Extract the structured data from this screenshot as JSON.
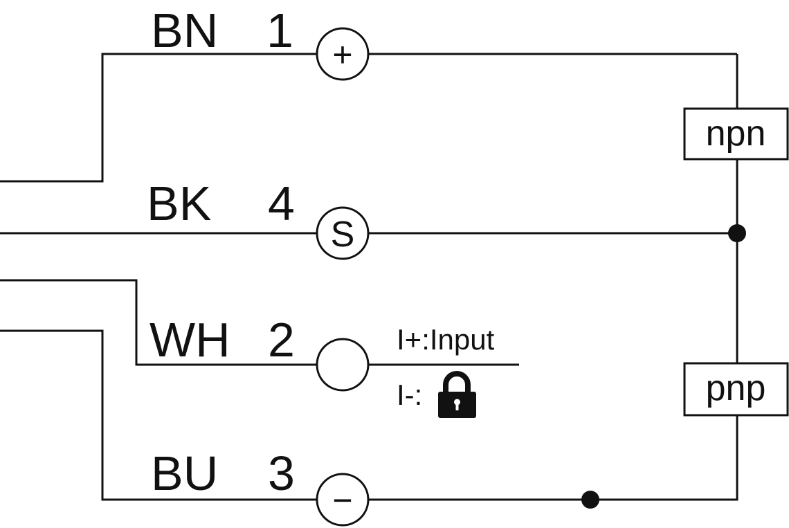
{
  "pins": [
    {
      "color": "BN",
      "number": "1",
      "symbol": "+"
    },
    {
      "color": "BK",
      "number": "4",
      "symbol": "S"
    },
    {
      "color": "WH",
      "number": "2",
      "symbol": ""
    },
    {
      "color": "BU",
      "number": "3",
      "symbol": "−"
    }
  ],
  "outputs": {
    "npn": "npn",
    "pnp": "pnp"
  },
  "pin2_notes": {
    "input": "I+:Input",
    "lock": "I-:"
  },
  "icons": {
    "lock": "lock-icon"
  }
}
